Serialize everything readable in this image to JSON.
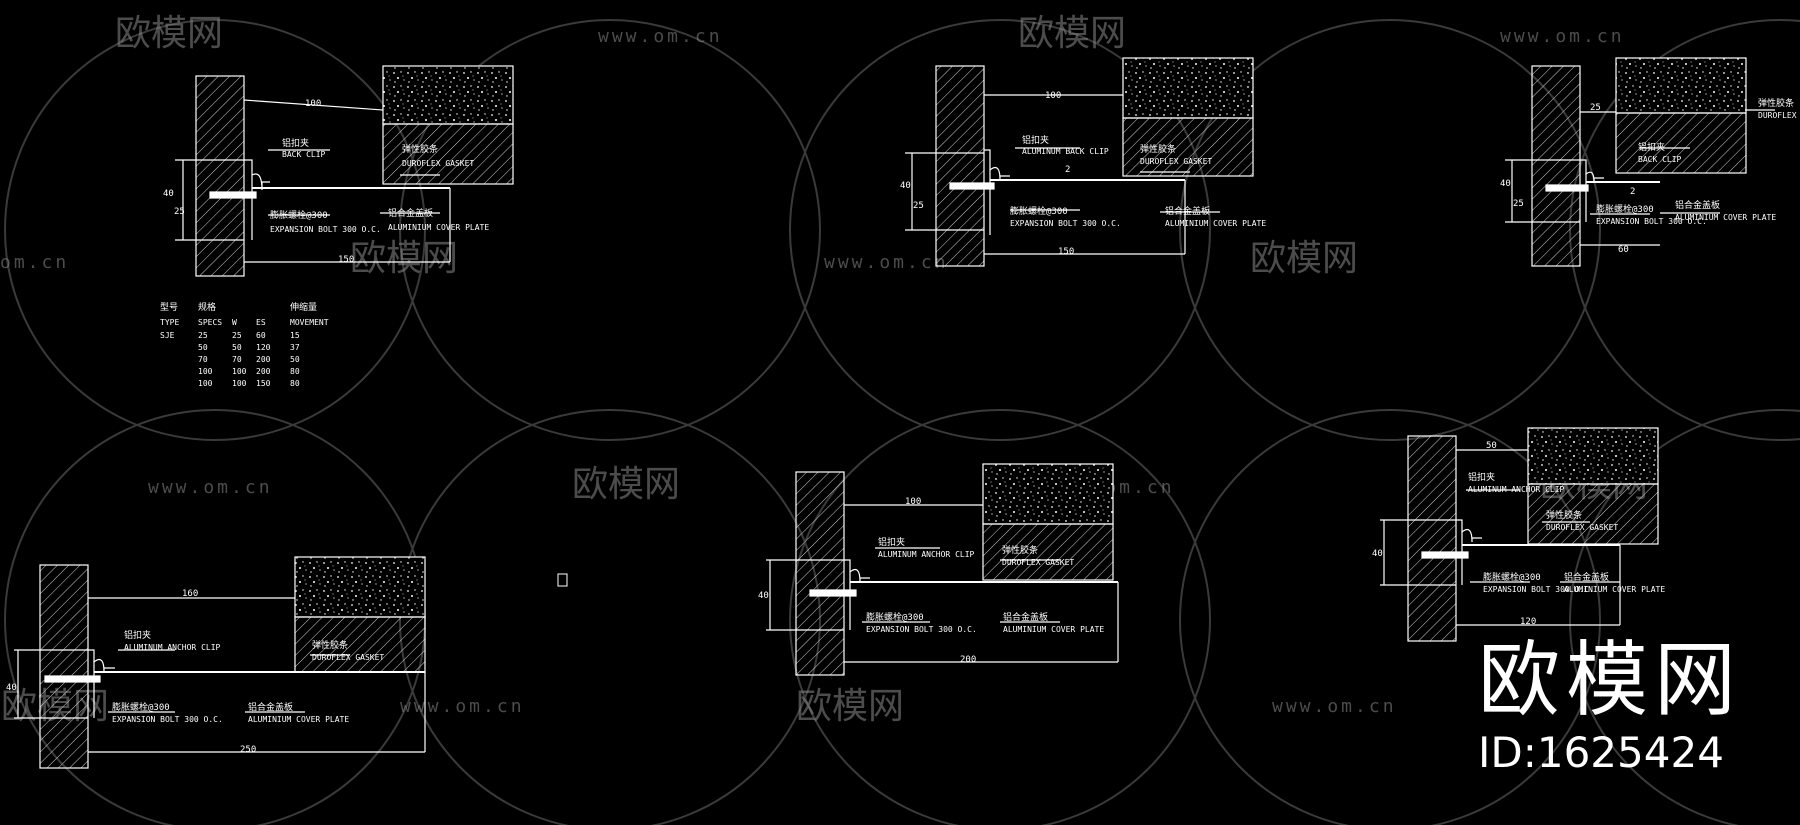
{
  "watermark": {
    "logo_text": "欧模网",
    "url_text": "www.om.cn",
    "url_fragment": "om.cn",
    "brand_large": "欧模网",
    "id_label": "ID:1625424"
  },
  "drawings": [
    {
      "title": "detail-1",
      "dims": [
        "100",
        "150",
        "40",
        "25"
      ],
      "labels": [
        {
          "cn": "铝扣夹",
          "en": "BACK CLIP"
        },
        {
          "cn": "膨胀螺栓@300",
          "en": "EXPANSION BOLT 300 O.C."
        },
        {
          "cn": "铝合金盖板",
          "en": "ALUMINIUM COVER PLATE"
        },
        {
          "cn": "弹性胶条",
          "en": "DUROFLEX GASKET"
        }
      ]
    },
    {
      "title": "detail-2",
      "dims": [
        "100",
        "150",
        "40",
        "25",
        "2"
      ],
      "labels": [
        {
          "cn": "铝扣夹",
          "en": "ALUMINUM BACK CLIP"
        },
        {
          "cn": "膨胀螺栓@300",
          "en": "EXPANSION BOLT 300 O.C."
        },
        {
          "cn": "铝合金盖板",
          "en": "ALUMINIUM COVER PLATE"
        },
        {
          "cn": "弹性胶条",
          "en": "DUROFLEX GASKET"
        }
      ]
    },
    {
      "title": "detail-3",
      "dims": [
        "25",
        "40",
        "25",
        "2",
        "60"
      ],
      "labels": [
        {
          "cn": "弹性胶条",
          "en": "DUROFLEX GASKET"
        },
        {
          "cn": "铝扣夹",
          "en": "BACK CLIP"
        },
        {
          "cn": "膨胀螺栓@300",
          "en": "EXPANSION BOLT 300 O.C."
        },
        {
          "cn": "铝合金盖板",
          "en": "ALUMINIUM COVER PLATE"
        }
      ]
    },
    {
      "title": "detail-4",
      "dims": [
        "160",
        "250",
        "40"
      ],
      "labels": [
        {
          "cn": "铝扣夹",
          "en": "ALUMINUM ANCHOR CLIP"
        },
        {
          "cn": "膨胀螺栓@300",
          "en": "EXPANSION BOLT 300 O.C."
        },
        {
          "cn": "铝合金盖板",
          "en": "ALUMINIUM COVER PLATE"
        },
        {
          "cn": "弹性胶条",
          "en": "DUROFLEX GASKET"
        }
      ]
    },
    {
      "title": "detail-5",
      "dims": [
        "100",
        "200",
        "40"
      ],
      "labels": [
        {
          "cn": "铝扣夹",
          "en": "ALUMINUM ANCHOR CLIP"
        },
        {
          "cn": "膨胀螺栓@300",
          "en": "EXPANSION BOLT 300 O.C."
        },
        {
          "cn": "铝合金盖板",
          "en": "ALUMINIUM COVER PLATE"
        },
        {
          "cn": "弹性胶条",
          "en": "DUROFLEX GASKET"
        }
      ]
    },
    {
      "title": "detail-6",
      "dims": [
        "50",
        "40",
        "120"
      ],
      "labels": [
        {
          "cn": "铝扣夹",
          "en": "ALUMINUM ANCHOR CLIP"
        },
        {
          "cn": "弹性胶条",
          "en": "DUROFLEX GASKET"
        },
        {
          "cn": "膨胀螺栓@300",
          "en": "EXPANSION BOLT 300 O.C."
        },
        {
          "cn": "铝合金盖板",
          "en": "ALUMINIUM COVER PLATE"
        }
      ]
    }
  ],
  "spec_table": {
    "headers_cn": [
      "型号",
      "规格",
      "",
      "",
      "伸缩量"
    ],
    "headers_en": [
      "TYPE",
      "SPECS",
      "W",
      "ES",
      "MOVEMENT"
    ],
    "type": "SJE",
    "rows": [
      [
        "25",
        "25",
        "60",
        "15"
      ],
      [
        "50",
        "50",
        "120",
        "37"
      ],
      [
        "70",
        "70",
        "200",
        "50"
      ],
      [
        "100",
        "100",
        "200",
        "80"
      ],
      [
        "100",
        "100",
        "150",
        "80"
      ]
    ]
  }
}
